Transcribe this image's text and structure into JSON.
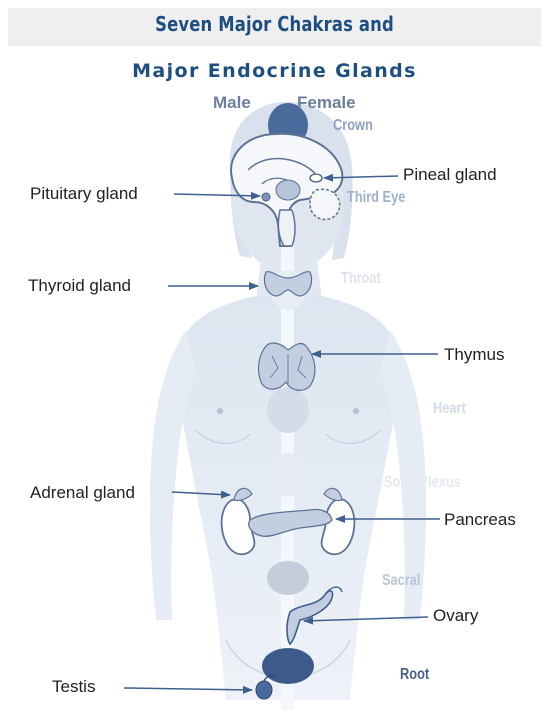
{
  "title": {
    "line1": "Seven Major Chakras and",
    "line2": "Major Endocrine Glands"
  },
  "legend": {
    "male": "Male",
    "female": "Female"
  },
  "chakras": [
    {
      "label": "Crown",
      "color": "#8ea2bf"
    },
    {
      "label": "Third Eye",
      "color": "#9fb2cc"
    },
    {
      "label": "Throat",
      "color": "#dde4ee"
    },
    {
      "label": "Heart",
      "color": "#d3dbe7"
    },
    {
      "label": "Solar Plexus",
      "color": "#e4e9f1"
    },
    {
      "label": "Sacral",
      "color": "#b9c5d7"
    },
    {
      "label": "Root",
      "color": "#48618c"
    }
  ],
  "glands": {
    "pituitary": "Pituitary gland",
    "pineal": "Pineal gland",
    "thyroid": "Thyroid gland",
    "thymus": "Thymus",
    "adrenal": "Adrenal gland",
    "pancreas": "Pancreas",
    "ovary": "Ovary",
    "testis": "Testis"
  },
  "colors": {
    "title": "#1f4f82",
    "arrow": "#3f5f8f",
    "body_fill": "#e7edf5",
    "organ_fill": "#c3cfe0",
    "organ_stroke": "#5c7396",
    "male_chakra": "#4a6a9c",
    "female_chakra": "#5a76a6"
  }
}
